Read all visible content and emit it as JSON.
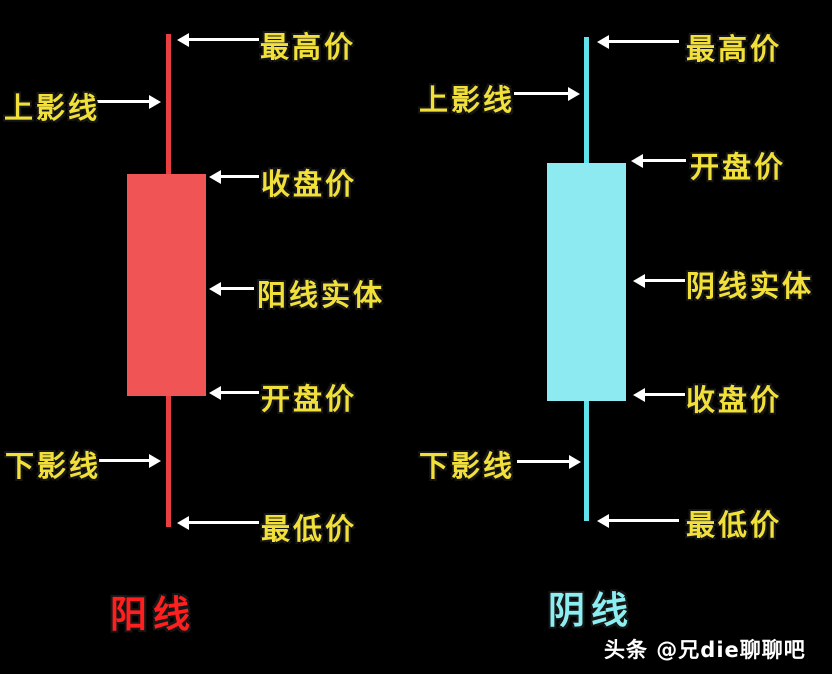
{
  "page": {
    "watermark": "头条 @兄die聊聊吧"
  },
  "colors": {
    "background": "#000000",
    "label_text": "#f2e03a",
    "arrow": "#ffffff",
    "bullish_body": "#f05454",
    "bullish_wick": "#e84040",
    "bullish_title": "#ff1f1f",
    "bearish_body": "#8deaf0",
    "bearish_wick": "#5fe2ec",
    "bearish_title": "#8deef2"
  },
  "left_candle": {
    "title": "阳线",
    "labels": {
      "highest": "最高价",
      "upper_shadow": "上影线",
      "close": "收盘价",
      "body": "阳线实体",
      "open": "开盘价",
      "lower_shadow": "下影线",
      "lowest": "最低价"
    }
  },
  "right_candle": {
    "title": "阴线",
    "labels": {
      "highest": "最高价",
      "upper_shadow": "上影线",
      "open": "开盘价",
      "body": "阴线实体",
      "close": "收盘价",
      "lower_shadow": "下影线",
      "lowest": "最低价"
    }
  }
}
